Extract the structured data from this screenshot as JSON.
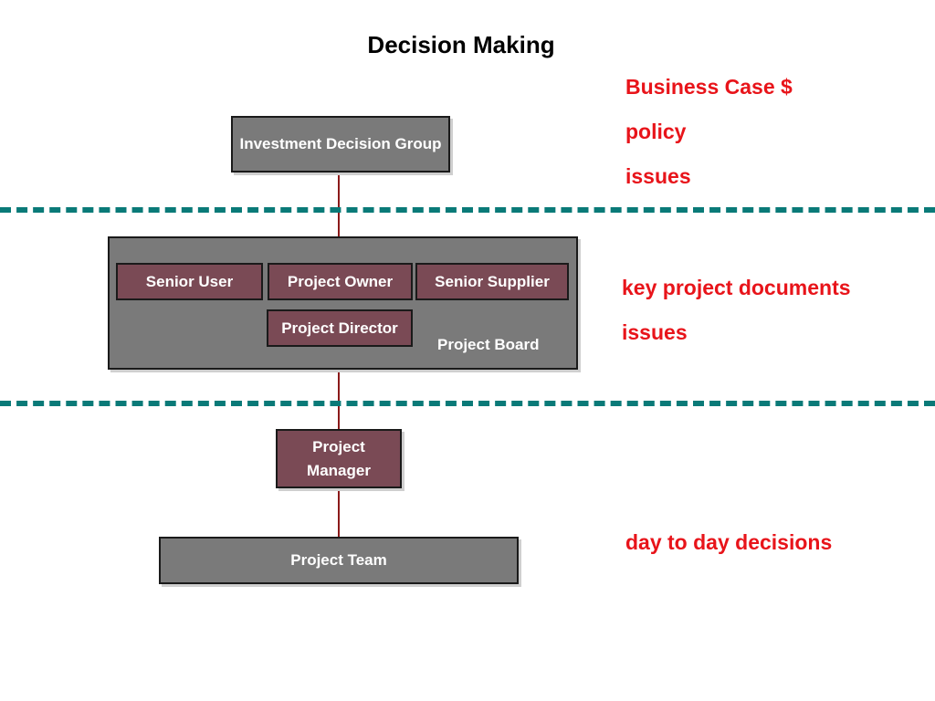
{
  "title": "Decision Making",
  "tiers": {
    "investment": {
      "box_label": "Investment Decision Group",
      "notes": [
        "Business Case $",
        "policy",
        "issues"
      ]
    },
    "board": {
      "label": "Project Board",
      "roles": [
        "Senior User",
        "Project Owner",
        "Senior Supplier",
        "Project Director"
      ],
      "notes": [
        "key project documents",
        "issues"
      ]
    },
    "manager": {
      "line1": "Project",
      "line2": "Manager"
    },
    "team": {
      "box_label": "Project Team",
      "notes": [
        "day to day decisions"
      ]
    }
  },
  "colors": {
    "box_grey": "#7a7a7a",
    "role_maroon": "#7a4a55",
    "divider_teal": "#0a7a78",
    "connector": "#8b1a1a",
    "note_red": "#e8141a"
  }
}
